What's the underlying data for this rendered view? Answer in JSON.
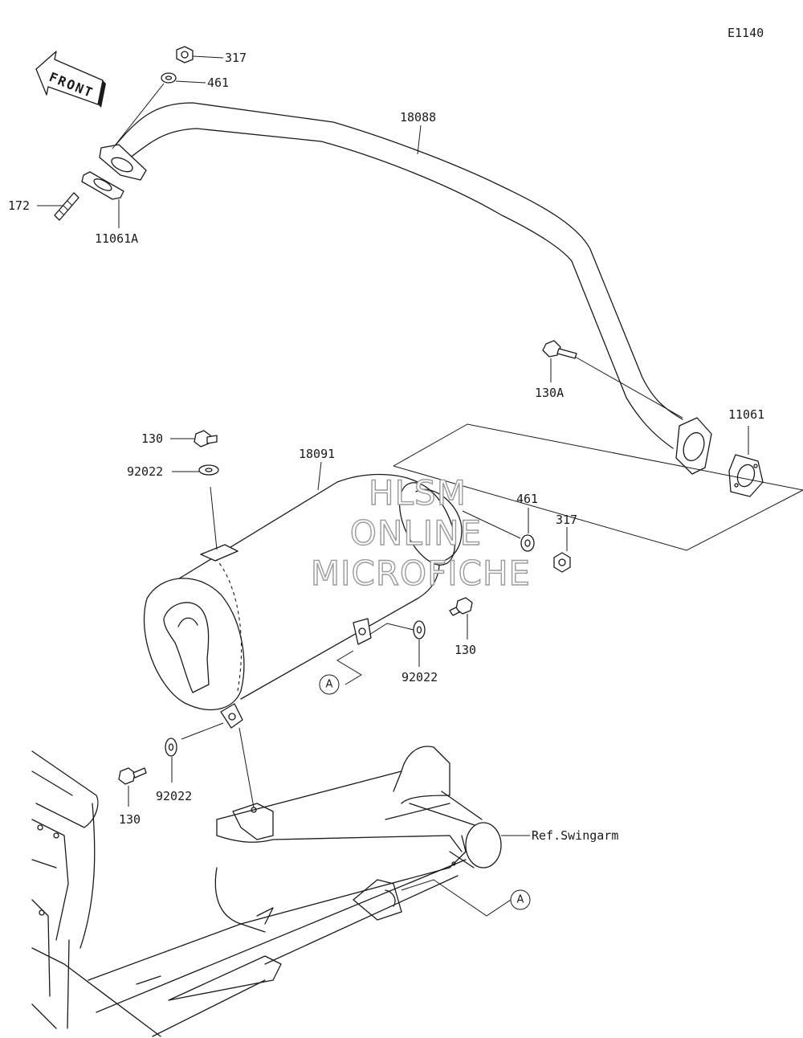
{
  "diagram_code": "E1140",
  "front_label": "FRONT",
  "watermark": [
    "HLSM",
    "ONLINE",
    "MICROFICHE"
  ],
  "labels": {
    "p317_top": "317",
    "p461_top": "461",
    "p18088": "18088",
    "p172": "172",
    "p11061A": "11061A",
    "p130A": "130A",
    "p11061": "11061",
    "p130_top": "130",
    "p92022_top": "92022",
    "p18091": "18091",
    "p461_mid": "461",
    "p317_mid": "317",
    "p130_mid": "130",
    "p92022_mid": "92022",
    "callout_a1": "A",
    "p92022_low": "92022",
    "p130_low": "130",
    "ref_swingarm": "Ref.Swingarm",
    "callout_a2": "A"
  }
}
